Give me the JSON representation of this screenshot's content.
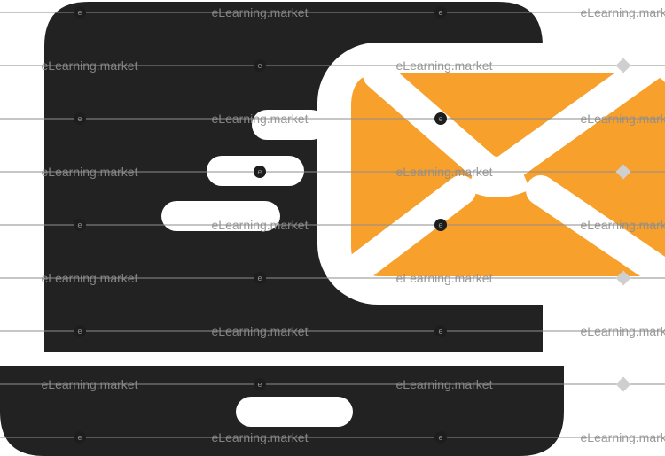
{
  "illustration": {
    "subject": "laptop-with-email-envelope",
    "colors": {
      "laptop": "#222222",
      "envelope": "#f7a02b",
      "outline": "#ffffff",
      "background": "#ffffff",
      "watermark": "#8e8e8e"
    }
  },
  "watermark": {
    "text": "eLearning.market",
    "badge_letter": "e"
  }
}
